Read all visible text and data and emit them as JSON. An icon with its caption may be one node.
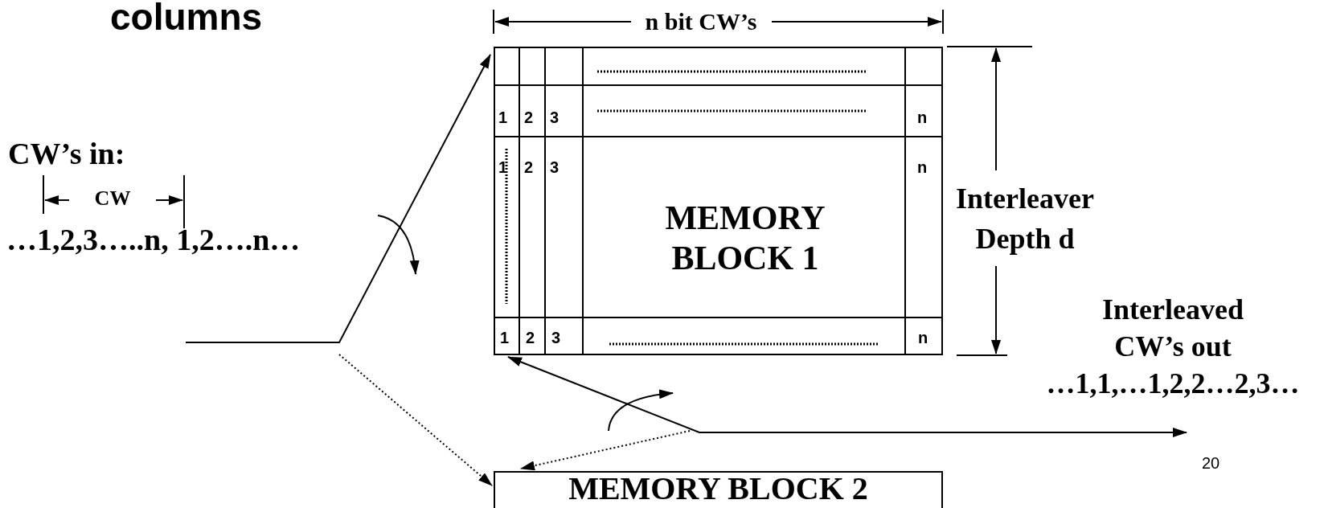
{
  "diagram": {
    "title": "columns",
    "nodes": [
      {
        "text": [
          "MEMORY BLOCK 1"
        ]
      },
      {
        "text": [
          "MEMORY BLOCK 2"
        ]
      },
      {
        "text": [
          "Interleaved CW’s out",
          "…1,1,…1,2,2…2,3…"
        ]
      }
    ],
    "edges": [
      {
        "from": null,
        "to": 0,
        "arrow": "to"
      },
      {
        "from": null,
        "to": 1,
        "arrow": "to",
        "style": "dashed"
      },
      {
        "from": 0,
        "to": 2,
        "arrow": "both"
      },
      {
        "from": null,
        "to": 1,
        "arrow": "to",
        "style": "dashed"
      }
    ],
    "labels": [
      "n bit CW’s",
      "CW’s in:",
      "CW",
      "…1,2,3…..n, 1,2….n…",
      "1",
      "2",
      "3",
      "n",
      "1",
      "2",
      "3",
      "n",
      "Interleaver Depth d",
      "1",
      "2",
      "3",
      "n",
      "20"
    ]
  }
}
